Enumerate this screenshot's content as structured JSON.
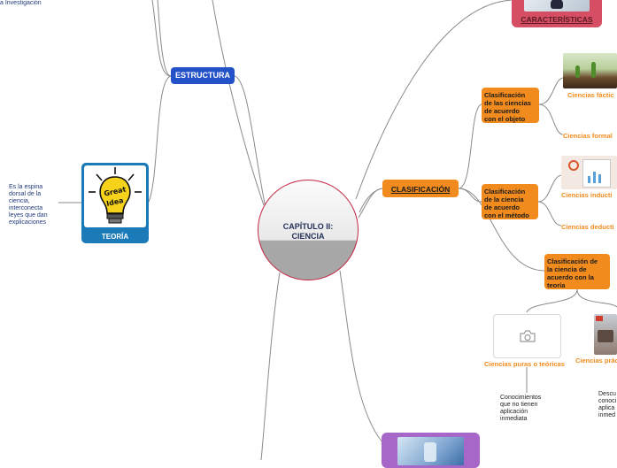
{
  "center": {
    "title_line1": "CAPÍTULO II:",
    "title_line2": "CIENCIA"
  },
  "top_left": {
    "fragment": "a Investigación"
  },
  "estructura": {
    "label": "ESTRUCTURA"
  },
  "teoria": {
    "label": "TEORÍA",
    "image_text": "Great Idea",
    "note": [
      "Es la espina",
      "dorsal de la",
      "ciencia,",
      "interconecta",
      "leyes que dan",
      "explicaciones"
    ]
  },
  "caracteristicas": {
    "label": "CARACTERÍSTICAS"
  },
  "clasificacion": {
    "label": "CLASIFICACIÓN",
    "objeto": {
      "label": [
        "Clasificación",
        "de las ciencias",
        "de acuerdo",
        "con el objeto"
      ],
      "children": [
        "Ciencias fáctic",
        "Ciencias formal"
      ]
    },
    "metodo": {
      "label": [
        "Clasificación",
        "de la ciencia",
        "de acuerdo",
        "con el método"
      ],
      "children": [
        "Ciencias inducti",
        "Ciencias deducti"
      ]
    },
    "teoria": {
      "label": [
        "Clasificación de",
        "la ciencia de",
        "acuerdo con la",
        "teoría"
      ],
      "puras": {
        "label": "Ciencias puras o teóricas",
        "note": [
          "Conocimientos",
          "que no tienen",
          "aplicación",
          "inmediata"
        ]
      },
      "practicas": {
        "label": "Ciencias prác",
        "note": [
          "Descu",
          "conoci",
          "aplica",
          "inmed"
        ]
      }
    }
  },
  "colors": {
    "orange": "#f28b1e",
    "blue": "#2351c8",
    "pink": "#d64e63",
    "purple": "#a667c9",
    "teal": "#1a7bb8"
  },
  "icons": [
    "camera-icon",
    "lightbulb-icon"
  ]
}
